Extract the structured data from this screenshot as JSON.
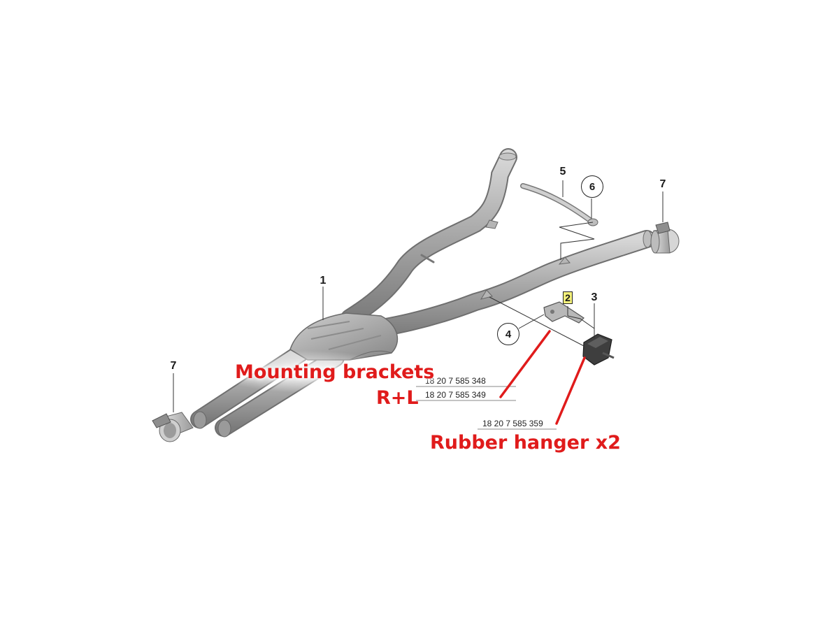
{
  "callouts": {
    "c1": "1",
    "c2": "2",
    "c3": "3",
    "c4": "4",
    "c5": "5",
    "c6": "6",
    "c7_right": "7",
    "c7_left": "7"
  },
  "part_numbers": {
    "bracket_a": "18 20 7 585 348",
    "bracket_b": "18 20 7 585 349",
    "hanger": "18 20 7 585 359"
  },
  "labels": {
    "brackets_line1": "Mounting brackets",
    "brackets_line2": "R+L",
    "hanger": "Rubber hanger x2"
  },
  "colors": {
    "label_red": "#e01b1b",
    "highlight_yellow": "#f3f07a",
    "pipe_gray": "#a7a7a7"
  }
}
